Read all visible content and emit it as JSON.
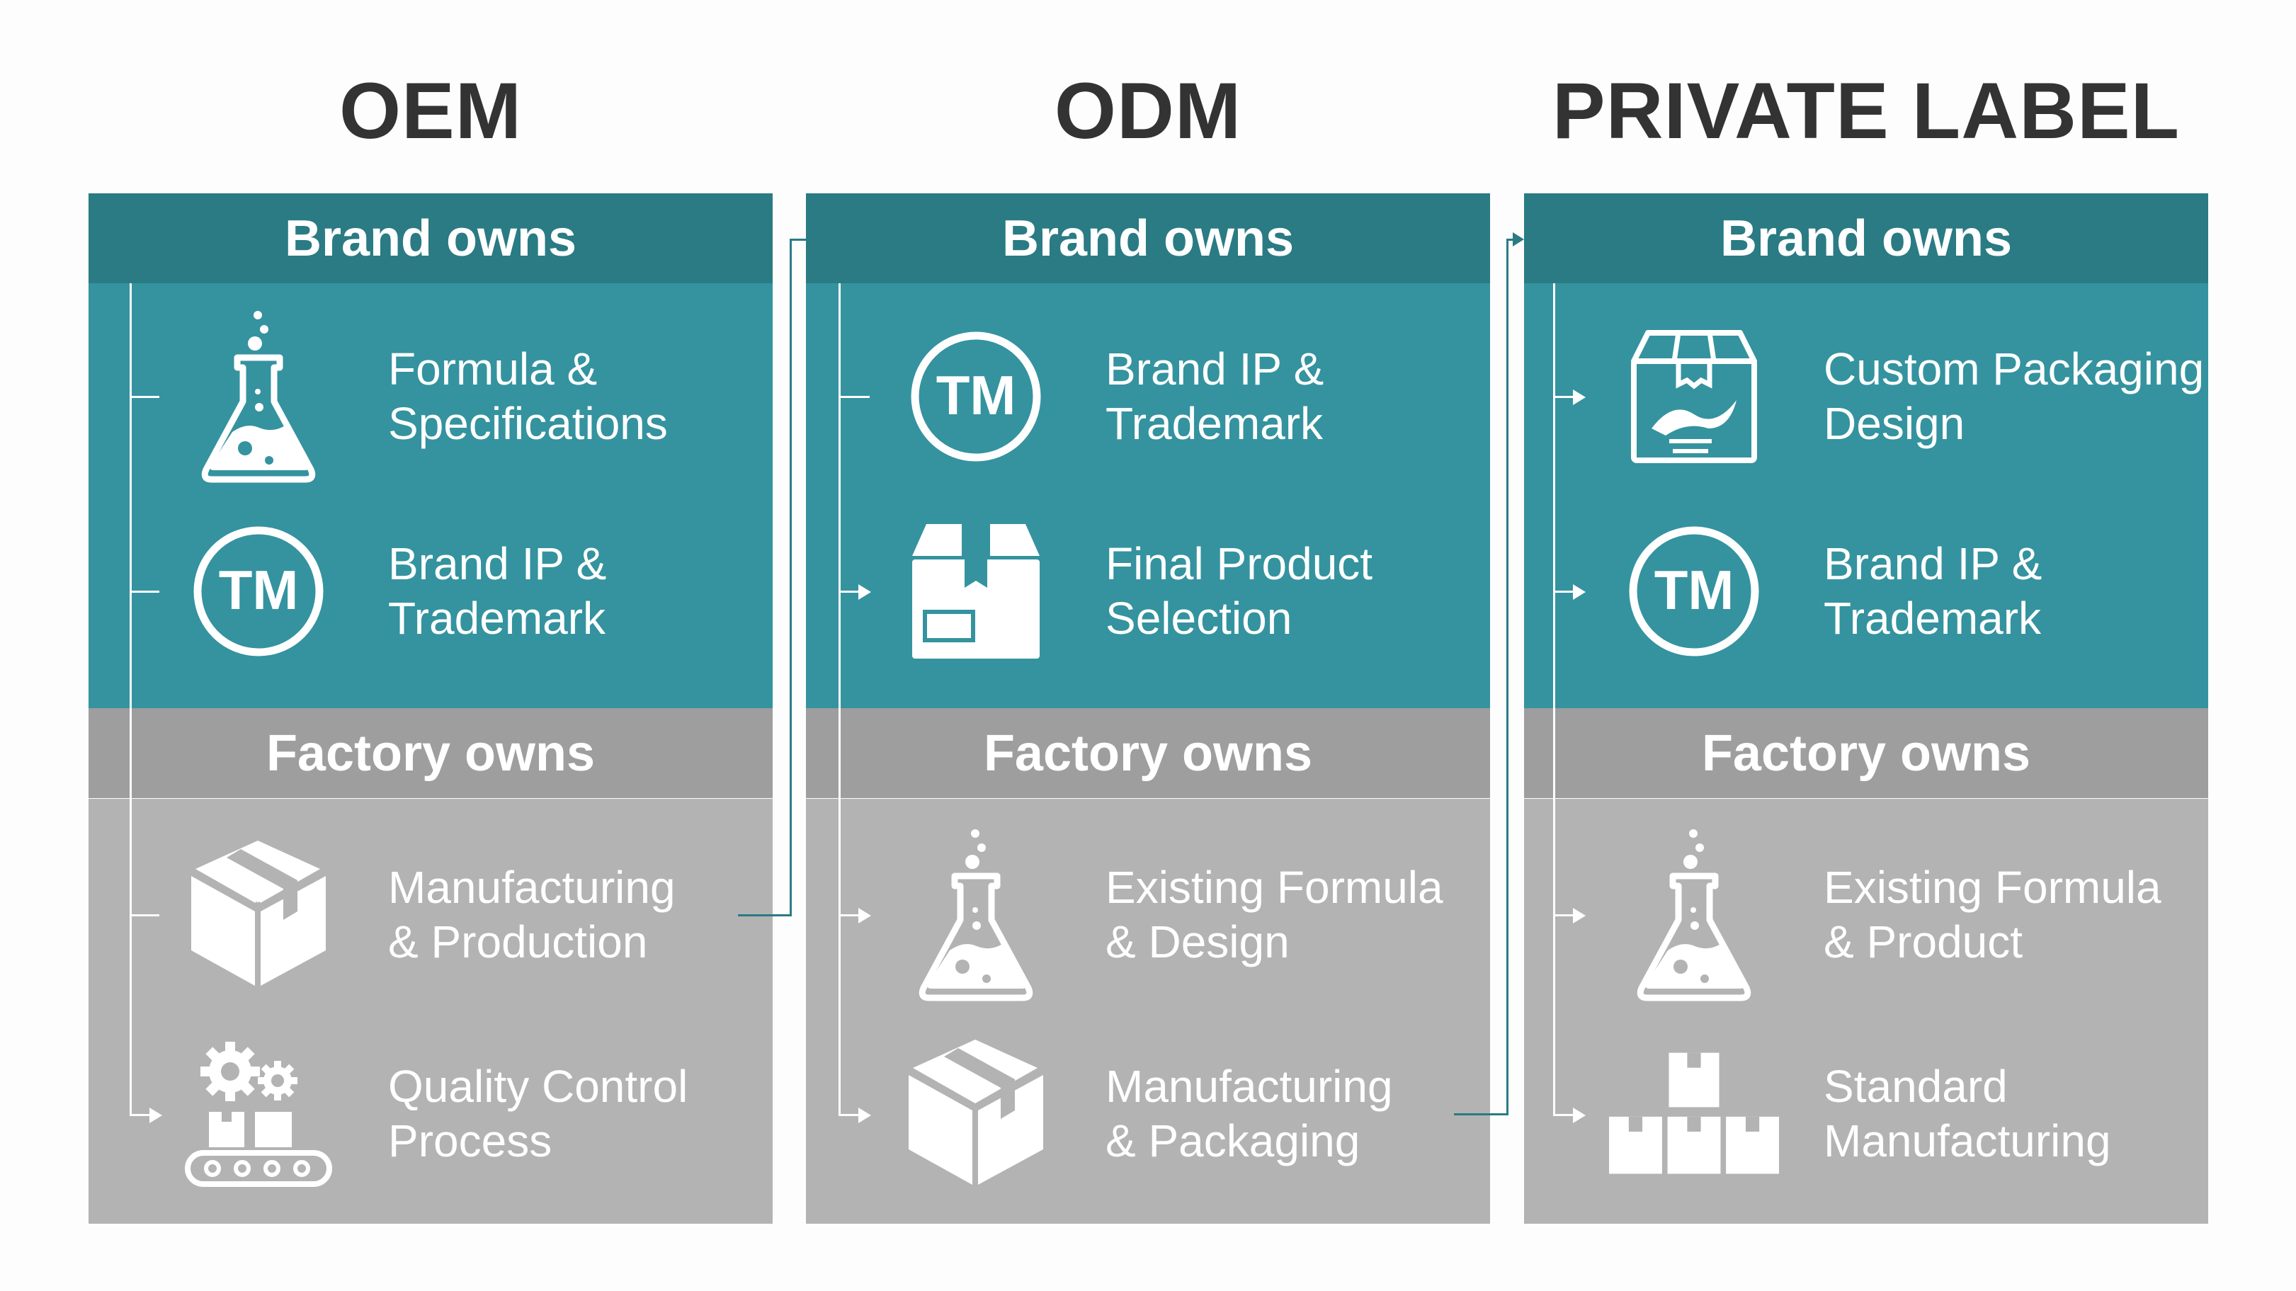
{
  "colors": {
    "brand_header": "#2a7b83",
    "brand_body": "#34939f",
    "factory_header": "#9e9e9e",
    "factory_body": "#b3b3b3",
    "title_text": "#333333",
    "connector": "#2a7b83"
  },
  "columns": [
    {
      "title": "OEM",
      "brand_header": "Brand owns",
      "brand_items": [
        {
          "icon": "flask-icon",
          "line1": "Formula &",
          "line2": "Specifications"
        },
        {
          "icon": "trademark-icon",
          "line1": "Brand IP &",
          "line2": "Trademark"
        }
      ],
      "factory_header": "Factory owns",
      "factory_items": [
        {
          "icon": "box-icon",
          "line1": "Manufacturing",
          "line2": "& Production"
        },
        {
          "icon": "gears-conveyor-icon",
          "line1": "Quality Control",
          "line2": "Process"
        }
      ]
    },
    {
      "title": "ODM",
      "brand_header": "Brand owns",
      "brand_items": [
        {
          "icon": "trademark-icon",
          "line1": "Brand IP &",
          "line2": "Trademark"
        },
        {
          "icon": "product-box-icon",
          "line1": "Final Product",
          "line2": "Selection"
        }
      ],
      "factory_header": "Factory owns",
      "factory_items": [
        {
          "icon": "flask-icon",
          "line1": "Existing Formula",
          "line2": "& Design"
        },
        {
          "icon": "box-icon",
          "line1": "Manufacturing",
          "line2": "& Packaging"
        }
      ]
    },
    {
      "title": "PRIVATE LABEL",
      "brand_header": "Brand owns",
      "brand_items": [
        {
          "icon": "custom-package-icon",
          "line1": "Custom Packaging",
          "line2": "Design"
        },
        {
          "icon": "trademark-icon",
          "line1": "Brand IP &",
          "line2": "Trademark"
        }
      ],
      "factory_header": "Factory owns",
      "factory_items": [
        {
          "icon": "flask-icon",
          "line1": "Existing Formula",
          "line2": "& Product"
        },
        {
          "icon": "stacked-boxes-icon",
          "line1": "Standard",
          "line2": "Manufacturing"
        }
      ]
    }
  ]
}
